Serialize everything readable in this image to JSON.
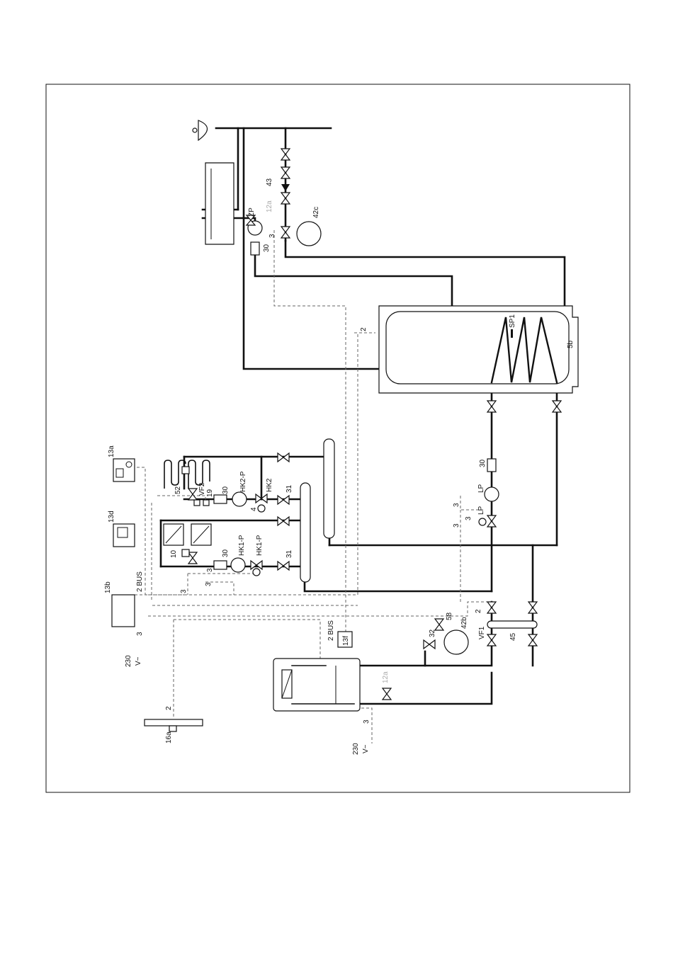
{
  "labels": {
    "l13a": "13a",
    "l13d": "13d",
    "l13b": "13b",
    "l2bus1": "2 BUS",
    "l3a": "3",
    "l230a": "230",
    "lva": "V~",
    "l16a": "16a",
    "l2a": "2",
    "l52": "52",
    "lvf2": "VF2",
    "l19": "19",
    "l30a": "30",
    "lhk2p": "HK2-P",
    "lhk2": "HK2",
    "l4": "4",
    "l31a": "31",
    "l10": "10",
    "l30b": "30",
    "lhk1p": "HK1-P",
    "lhk1": "HK1-P",
    "l31b": "31",
    "l3b": "3",
    "l3c": "3",
    "l3d": "3",
    "l2bus2": "2 BUS",
    "l13f": "13f",
    "l12a": "12a",
    "l230b": "230",
    "lvb": "V~",
    "l3e": "3",
    "l32": "32",
    "l58": "58",
    "l42b": "42b",
    "lvf1": "VF1",
    "l45": "45",
    "l2b": "2",
    "l30c": "30",
    "llp1": "LP",
    "llp2": "LP",
    "l3f": "3",
    "l3g": "3",
    "l3h": "3",
    "lsp1": "SP1",
    "l5b": "5b",
    "l2c": "2",
    "lzp": "ZP",
    "l12b": "12a",
    "l3i": "3",
    "l30d": "30",
    "l43": "43",
    "l42c": "42c"
  },
  "colors": {
    "line": "#111111",
    "electric": "#666666",
    "greyed": "#aaaaaa"
  }
}
